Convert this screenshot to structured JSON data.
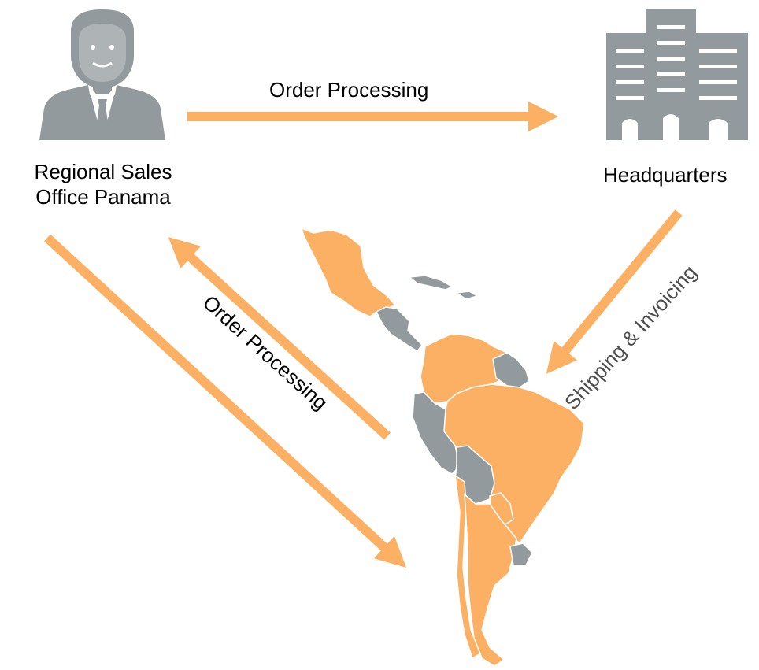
{
  "nodes": {
    "regional_office": {
      "line1": "Regional Sales",
      "line2": "Office Panama",
      "icon": "businessman-icon"
    },
    "headquarters": {
      "label": "Headquarters",
      "icon": "office-building-icon"
    },
    "map": {
      "icon": "latin-america-map"
    }
  },
  "edges": {
    "top": {
      "label": "Order Processing"
    },
    "diag_back": {
      "label": "Order Processing"
    },
    "diag_ship": {
      "label": "Shipping & Invoicing"
    },
    "diag_direct": {
      "label": ""
    }
  },
  "colors": {
    "arrow": "#FBB063",
    "highlight_region": "#FBB063",
    "other_region": "#939A9E",
    "icon": "#939A9E"
  }
}
